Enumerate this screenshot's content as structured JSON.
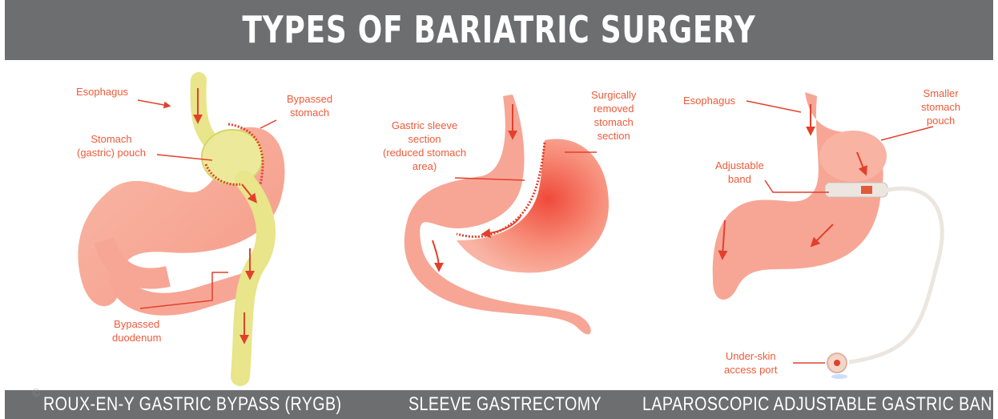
{
  "title": "TYPES OF BARIATRIC SURGERY",
  "watermark": "©",
  "colors": {
    "banner": "#6d6e70",
    "stomach": "#f7a696",
    "stomach_dark": "#f26c5a",
    "bypass": "#e8e58a",
    "label": "#ef5a3a"
  },
  "panels": [
    {
      "caption": "ROUX-EN-Y GASTRIC BYPASS (RYGB)",
      "labels": {
        "esophagus": "Esophagus",
        "bypassed_stomach": [
          "Bypassed",
          "stomach"
        ],
        "pouch": [
          "Stomach",
          "(gastric) pouch"
        ],
        "duodenum": [
          "Bypassed",
          "duodenum"
        ]
      }
    },
    {
      "caption": "SLEEVE GASTRECTOMY",
      "labels": {
        "sleeve": [
          "Gastric sleeve",
          "section",
          "(reduced stomach",
          "area)"
        ],
        "removed": [
          "Surgically",
          "removed",
          "stomach",
          "section"
        ]
      }
    },
    {
      "caption": "LAPAROSCOPIC ADJUSTABLE GASTRIC BANDING",
      "labels": {
        "esophagus": "Esophagus",
        "pouch": [
          "Smaller",
          "stomach",
          "pouch"
        ],
        "band": [
          "Adjustable",
          "band"
        ],
        "port": [
          "Under-skin",
          "access port"
        ]
      }
    }
  ]
}
